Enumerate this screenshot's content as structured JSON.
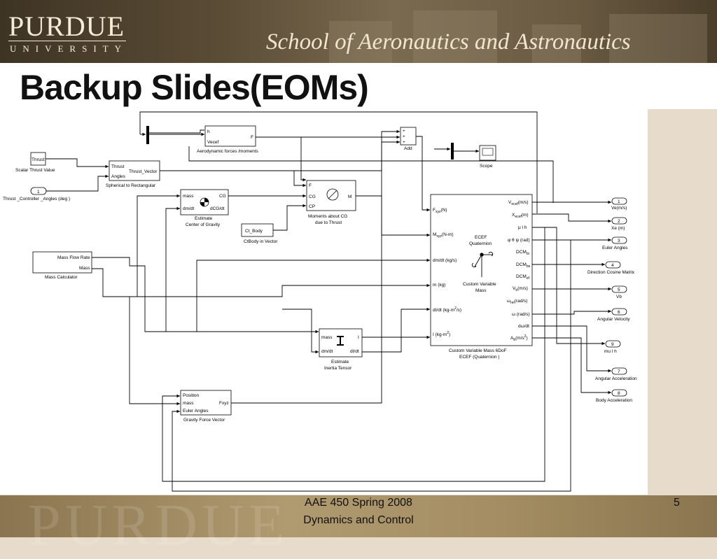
{
  "header": {
    "logo_main": "PURDUE",
    "logo_sub": "UNIVERSITY",
    "school": "School of Aeronautics and Astronautics"
  },
  "title": "Backup Slides(EOMs)",
  "footer": {
    "line1": "AAE 450 Spring 2008",
    "line2": "Dynamics and Control",
    "page": "5"
  },
  "diagram": {
    "aero": {
      "in_h": "h",
      "in_vecef": "Vecef",
      "out": "F",
      "caption": "Aerodynamic forces  /moments"
    },
    "add": {
      "caption": "Add",
      "signs": [
        "+",
        "+",
        "+"
      ]
    },
    "scope": {
      "caption": "Scope"
    },
    "thrust_const": {
      "label": "Thrust",
      "caption": "Scalar Thrust Value"
    },
    "sph2rect": {
      "in1": "Thrust",
      "in2": "Angles",
      "out": "Thrust_Vector",
      "caption": "Spherical to Rectangular"
    },
    "inport1": {
      "num": "1",
      "caption": "Thrust _Controller _Angles  (deg )"
    },
    "cg": {
      "in1": "mass",
      "in2": "dm/dt",
      "out1": "CG",
      "out2": "dCG/dt",
      "caption1": "Estimate",
      "caption2": "Center of Gravity"
    },
    "moments": {
      "in1": "F",
      "in2": "CG",
      "in3": "CP",
      "out": "M",
      "caption1": "Moments about CG",
      "caption2": "due to Thrust"
    },
    "ctbody": {
      "label": "Ct_Body",
      "caption": "CtBody in Vector"
    },
    "mass_calc": {
      "out1": "Mass Flow Rate",
      "out2": "Mass",
      "caption": "Mass Calculator"
    },
    "inertia": {
      "in1": "mass",
      "in2": "dm/dt",
      "out1": "I",
      "out2": "dI/dt",
      "caption1": "Estimate",
      "caption2": "Inertia Tensor"
    },
    "gravity": {
      "in1": "Position",
      "in2": "mass",
      "in3": "Euler Angles",
      "out": "Fxyz",
      "caption": "Gravity Force Vector"
    },
    "sixdof": {
      "in1": "F",
      "in1_sub": "xyz",
      "in1_unit": "(N)",
      "in2": "M",
      "in2_sub": "xyz",
      "in2_unit": "(N-m)",
      "in3": "dm/dt (kg/s)",
      "in4": "m  (kg)",
      "in5": "dI/dt (kg-m",
      "in5_sup": "2",
      "in5_end": "/s)",
      "in6": "I (kg-m",
      "in6_sup": "2",
      "in6_end": ")",
      "out1": "V",
      "out1_sub": "ecef",
      "out1_unit": "(m/s)",
      "out2": "X",
      "out2_sub": "ecef",
      "out2_unit": "(m)",
      "out3": "μ  l  h",
      "out4": "φ θ ψ  (rad)",
      "out5": "DCM",
      "out5_sub": "bi",
      "out6": "DCM",
      "out6_sub": "be",
      "out7": "DCM",
      "out7_sub": "ef",
      "out8": "V",
      "out8_sub": "b",
      "out8_unit": "(m/s)",
      "out9": "ω",
      "out9_sub": "rel",
      "out9_unit": "(rad/s)",
      "out10": "ω  (rad/s)",
      "out11": "dω/dt",
      "out12": "A",
      "out12_sub": "b",
      "out12_unit": "(m/s",
      "out12_sup": "2",
      "out12_end": ")",
      "center1": "ECEF",
      "center2": "Quaternion",
      "center3": "Custom Variable",
      "center4": "Mass",
      "caption1": "Custom Variable Mass  6DoF",
      "caption2": "ECEF (Quaternion  )"
    },
    "outports": [
      {
        "num": "1",
        "label": "Ve(m/s)"
      },
      {
        "num": "2",
        "label": "Xe (m)"
      },
      {
        "num": "3",
        "label": "Euler Angles"
      },
      {
        "num": "4",
        "label": "Direction Cosine Matrix"
      },
      {
        "num": "5",
        "label": "Vb"
      },
      {
        "num": "6",
        "label": "Angular Velocity"
      },
      {
        "num": "9",
        "label": "mu l h"
      },
      {
        "num": "7",
        "label": "Angular Acceleration"
      },
      {
        "num": "8",
        "label": "Body Acceleration"
      }
    ]
  }
}
